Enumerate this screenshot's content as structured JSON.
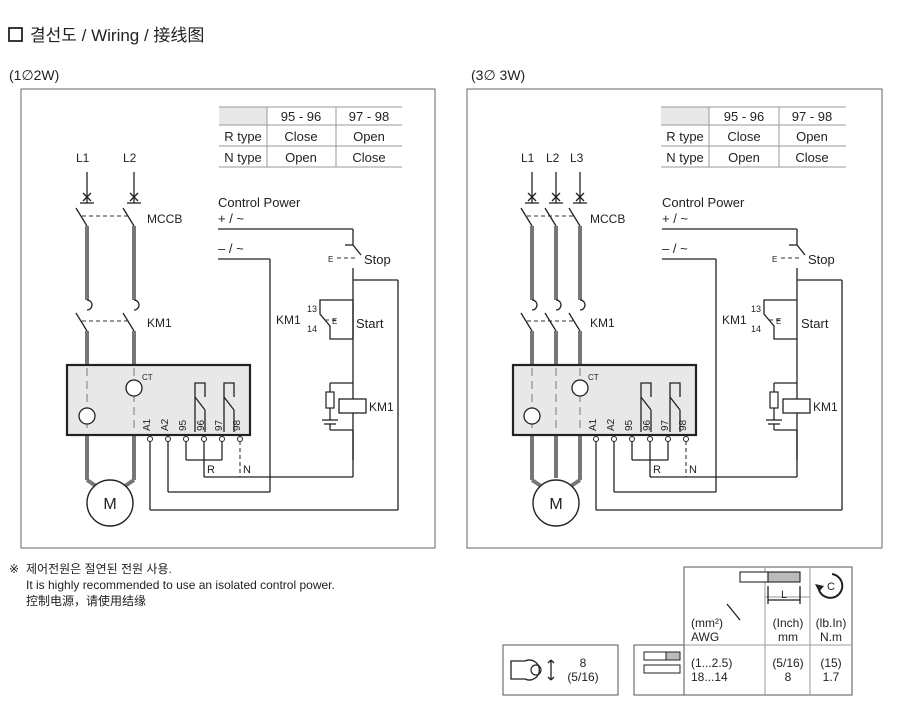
{
  "title": "결선도 / Wiring / 接线图",
  "diagram1": {
    "label": "(1∅2W)",
    "lines": [
      "L1",
      "L2"
    ],
    "mccb": "MCCB",
    "km1": "KM1",
    "ct": "CT",
    "control_power": "Control Power",
    "plus": "+ / ~",
    "minus": "– / ~",
    "stop": "Stop",
    "start": "Start",
    "contact_no": [
      "13",
      "14"
    ],
    "e": "E",
    "terminals": [
      "A1",
      "A2",
      "95",
      "96",
      "97",
      "98"
    ],
    "r": "R",
    "n": "N",
    "motor": "M",
    "table": {
      "headers": [
        "",
        "95 - 96",
        "97 - 98"
      ],
      "rows": [
        [
          "R type",
          "Close",
          "Open"
        ],
        [
          "N type",
          "Open",
          "Close"
        ]
      ]
    }
  },
  "diagram2": {
    "label": "(3∅ 3W)",
    "lines": [
      "L1",
      "L2",
      "L3"
    ],
    "mccb": "MCCB",
    "km1": "KM1",
    "ct": "CT",
    "control_power": "Control Power",
    "plus": "+ / ~",
    "minus": "– / ~",
    "stop": "Stop",
    "start": "Start",
    "contact_no": [
      "13",
      "14"
    ],
    "e": "E",
    "terminals": [
      "A1",
      "A2",
      "95",
      "96",
      "97",
      "98"
    ],
    "r": "R",
    "n": "N",
    "motor": "M",
    "table": {
      "headers": [
        "",
        "95 - 96",
        "97 - 98"
      ],
      "rows": [
        [
          "R type",
          "Close",
          "Open"
        ],
        [
          "N type",
          "Open",
          "Close"
        ]
      ]
    }
  },
  "note": {
    "mark": "※",
    "lines": [
      "제어전원은 절연된 전원 사용.",
      "It is highly recommended to use an isolated control power.",
      "控制电源，请使用结缘"
    ]
  },
  "spec": {
    "ring": {
      "value": "8",
      "sub": "(5/16)"
    },
    "l_label": "L",
    "c_label": "C",
    "col1": {
      "h1": "(mm²)",
      "h2": "AWG",
      "v1": "(1...2.5)",
      "v2": "18...14"
    },
    "col2": {
      "h1": "(Inch)",
      "h2": "mm",
      "v1": "(5/16)",
      "v2": "8"
    },
    "col3": {
      "h1": "(lb.In)",
      "h2": "N.m",
      "v1": "(15)",
      "v2": "1.7"
    }
  }
}
